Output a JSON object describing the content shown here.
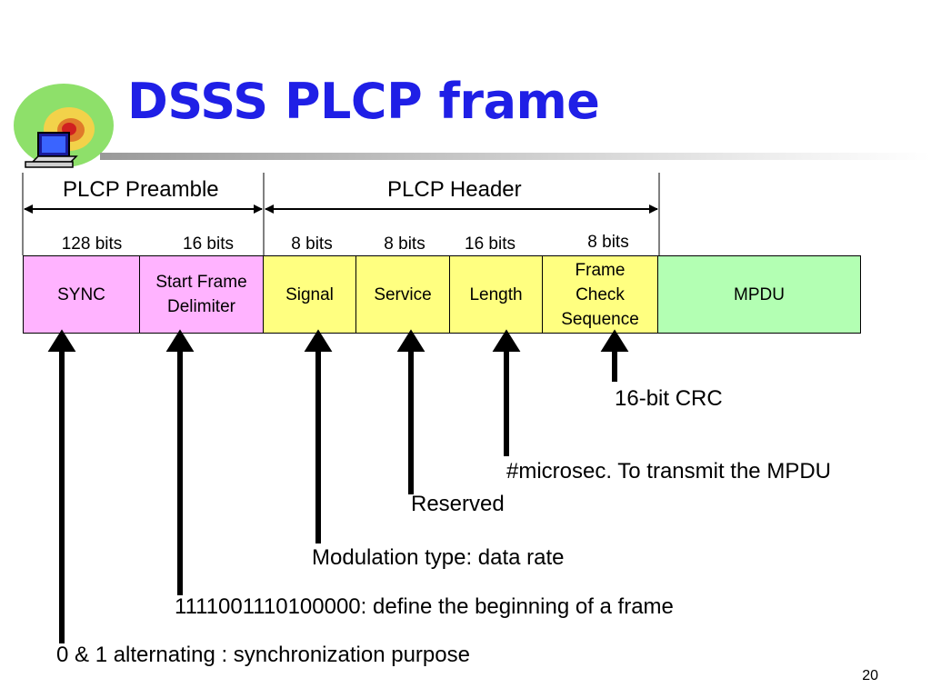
{
  "slide": {
    "title": "DSSS PLCP frame",
    "page_number": "20"
  },
  "groups": [
    {
      "label": "PLCP Preamble"
    },
    {
      "label": "PLCP Header"
    }
  ],
  "fields": [
    {
      "name": "SYNC",
      "bits": "128 bits",
      "color": "#ffb3ff"
    },
    {
      "name": "Start Frame\nDelimiter",
      "bits": "16 bits",
      "color": "#ffb3ff"
    },
    {
      "name": "Signal",
      "bits": "8 bits",
      "color": "#ffff80"
    },
    {
      "name": "Service",
      "bits": "8 bits",
      "color": "#ffff80"
    },
    {
      "name": "Length",
      "bits": "16 bits",
      "color": "#ffff80"
    },
    {
      "name": "Frame\nCheck\nSequence",
      "bits": "8 bits",
      "color": "#ffff80"
    },
    {
      "name": "MPDU",
      "bits": "",
      "color": "#b3ffb3"
    }
  ],
  "descriptions": [
    {
      "text": "16-bit CRC"
    },
    {
      "text": "#microsec. To transmit the MPDU"
    },
    {
      "text": "Reserved"
    },
    {
      "text": "Modulation type: data rate"
    },
    {
      "text": "1111001110100000: define the beginning of a frame"
    },
    {
      "text": "0 & 1 alternating : synchronization purpose"
    }
  ]
}
